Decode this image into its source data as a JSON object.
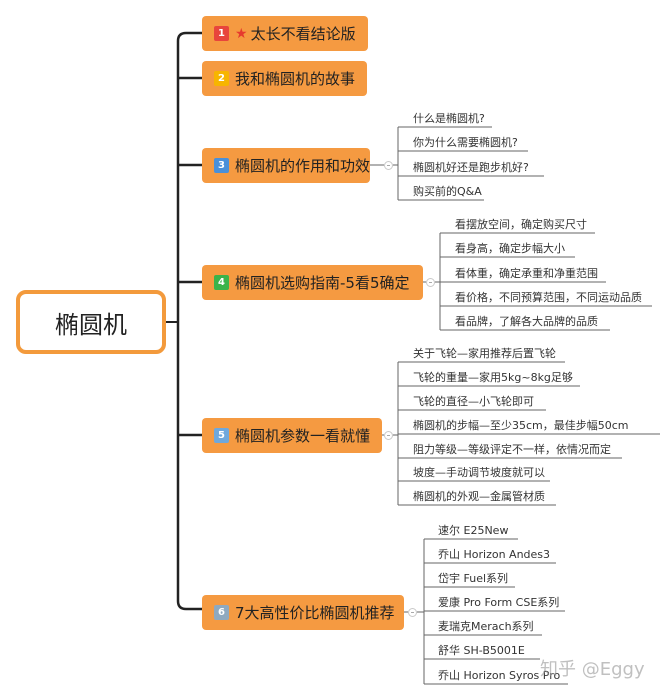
{
  "root": {
    "label": "椭圆机"
  },
  "branches": [
    {
      "number": "1",
      "star": "★",
      "label": "太长不看结论版",
      "badge_color": "#e8453c",
      "children": []
    },
    {
      "number": "2",
      "label": "我和椭圆机的故事",
      "badge_color": "#f7b500",
      "children": []
    },
    {
      "number": "3",
      "label": "椭圆机的作用和功效",
      "badge_color": "#4a90d9",
      "children": [
        "什么是椭圆机?",
        "你为什么需要椭圆机?",
        "椭圆机好还是跑步机好?",
        "购买前的Q&A"
      ]
    },
    {
      "number": "4",
      "label": "椭圆机选购指南-5看5确定",
      "badge_color": "#3bb34a",
      "children": [
        "看摆放空间，确定购买尺寸",
        "看身高，确定步幅大小",
        "看体重，确定承重和净重范围",
        "看价格，不同预算范围，不同运动品质",
        "看品牌，了解各大品牌的品质"
      ]
    },
    {
      "number": "5",
      "label": "椭圆机参数一看就懂",
      "badge_color": "#6fa8dc",
      "children": [
        "关于飞轮—家用推荐后置飞轮",
        "飞轮的重量—家用5kg~8kg足够",
        "飞轮的直径—小飞轮即可",
        "椭圆机的步幅—至少35cm，最佳步幅50cm",
        "阻力等级—等级评定不一样，依情况而定",
        "坡度—手动调节坡度就可以",
        "椭圆机的外观—金属管材质"
      ]
    },
    {
      "number": "6",
      "label": "7大高性价比椭圆机推荐",
      "badge_color": "#8fa9bf",
      "children": [
        "速尔 E25New",
        "乔山 Horizon Andes3",
        "岱宇 Fuel系列",
        "爱康 Pro Form CSE系列",
        "麦瑞克Merach系列",
        "舒华  SH-B5001E",
        "乔山 Horizon Syros Pro"
      ]
    }
  ],
  "watermark": "知乎 @Eggy"
}
